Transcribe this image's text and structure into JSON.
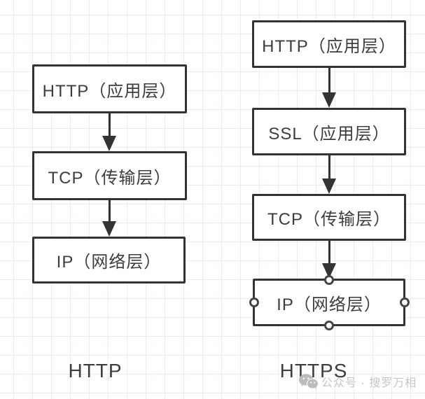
{
  "diagram": {
    "left": {
      "title": "HTTP",
      "boxes": [
        {
          "label": "HTTP（应用层）"
        },
        {
          "label": "TCP（传输层）"
        },
        {
          "label": "IP（网络层）"
        }
      ]
    },
    "right": {
      "title": "HTTPS",
      "boxes": [
        {
          "label": "HTTP（应用层）"
        },
        {
          "label": "SSL（应用层）"
        },
        {
          "label": "TCP（传输层）"
        },
        {
          "label": "IP（网络层）"
        }
      ]
    }
  },
  "watermark": {
    "icon": "wechat-icon",
    "text": "公众号 · 搜罗万相"
  },
  "colors": {
    "box_border": "#333333",
    "box_fill": "#ffffff",
    "box_text": "#3d3d3d",
    "arrow": "#333333",
    "grid_line": "#f0ebeb",
    "background": "#ffffff",
    "selection_handle_border": "#454545",
    "selection_handle_fill": "#ffffff",
    "watermark_text": "#c6c6c6",
    "watermark_icon": "#bcbcbc"
  }
}
